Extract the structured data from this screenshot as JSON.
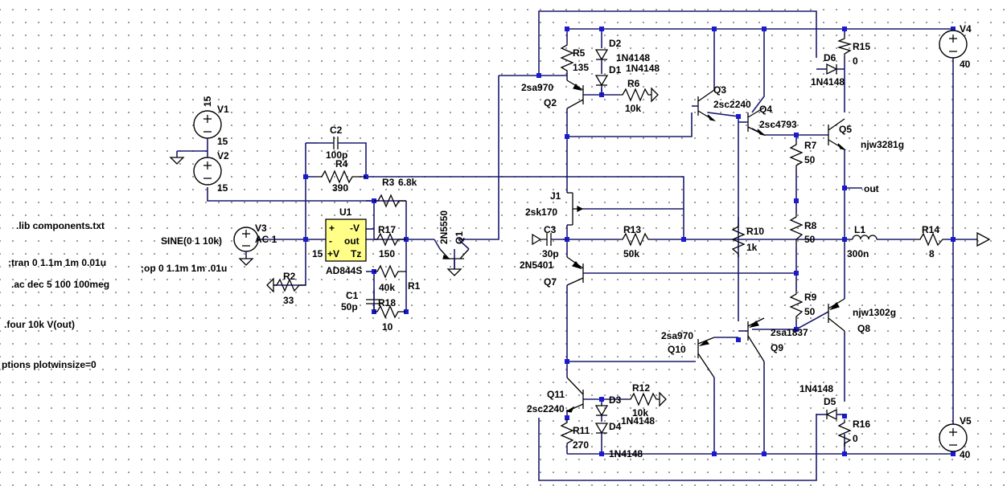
{
  "directives": [
    ".lib components.txt",
    ";tran 0 1.1m 1m 0.01u",
    ";op 0 1.1m 1m .01u",
    ".ac dec 5 100 100meg",
    ".four 10k V(out)",
    "ptions plotwinsize=0"
  ],
  "sources": {
    "v1": {
      "name": "V1",
      "value": "15",
      "top_value": "15"
    },
    "v2": {
      "name": "V2",
      "value": "15"
    },
    "v3": {
      "name": "V3",
      "ac": "AC 1",
      "sine": "SINE(0 1 10k)"
    },
    "v4": {
      "name": "V4",
      "value": "40"
    },
    "v5": {
      "name": "V5",
      "value": "40"
    }
  },
  "opamp": {
    "name": "U1",
    "model": "AD844S",
    "pin_plus": "+",
    "pin_minus": "-",
    "pin_negv": "-V",
    "pin_out": "out",
    "pin_posv": "+V",
    "pin_tz": "Tz",
    "supply": "15"
  },
  "resistors": {
    "r1": {
      "name": "R1",
      "value": "40k"
    },
    "r2": {
      "name": "R2",
      "value": "33"
    },
    "r3": {
      "name": "R3",
      "value": "6.8k"
    },
    "r4": {
      "name": "R4",
      "value": "390"
    },
    "r5": {
      "name": "R5",
      "value": "135"
    },
    "r6": {
      "name": "R6",
      "value": "10k"
    },
    "r7": {
      "name": "R7",
      "value": "50"
    },
    "r8": {
      "name": "R8",
      "value": "50"
    },
    "r9": {
      "name": "R9",
      "value": "50"
    },
    "r10": {
      "name": "R10",
      "value": "1k"
    },
    "r11": {
      "name": "R11",
      "value": "270"
    },
    "r12": {
      "name": "R12",
      "value": "10k"
    },
    "r13": {
      "name": "R13",
      "value": "50k"
    },
    "r14": {
      "name": "R14",
      "value": "8"
    },
    "r15": {
      "name": "R15",
      "value": "0"
    },
    "r16": {
      "name": "R16",
      "value": "0"
    },
    "r17": {
      "name": "R17",
      "value": "150"
    },
    "r18": {
      "name": "R18",
      "value": "10"
    }
  },
  "capacitors": {
    "c1": {
      "name": "C1",
      "value": "50p"
    },
    "c2": {
      "name": "C2",
      "value": "100p"
    },
    "c3": {
      "name": "C3",
      "value": "30p"
    }
  },
  "inductor": {
    "name": "L1",
    "value": "300n"
  },
  "diodes": {
    "d1": {
      "name": "D1",
      "model": "1N4148"
    },
    "d2": {
      "name": "D2",
      "model": "1N4148"
    },
    "d3": {
      "name": "D3",
      "model": "1N4148"
    },
    "d4": {
      "name": "D4",
      "model": "1N4148"
    },
    "d5": {
      "name": "D5",
      "model": "1N4148"
    },
    "d6": {
      "name": "D6",
      "model": "1N4148"
    }
  },
  "transistors": {
    "q1": {
      "name": "Q1",
      "model": "2N5550"
    },
    "q2": {
      "name": "Q2",
      "model": "2sa970"
    },
    "q3": {
      "name": "Q3",
      "model": "2sc2240"
    },
    "q4": {
      "name": "Q4",
      "model": "2sc4793"
    },
    "q5": {
      "name": "Q5",
      "model": "njw3281g"
    },
    "q7": {
      "name": "Q7",
      "model": "2N5401"
    },
    "q8": {
      "name": "Q8",
      "model": "njw1302g"
    },
    "q9": {
      "name": "Q9",
      "model": "2sa1837"
    },
    "q10": {
      "name": "Q10",
      "model": "2sa970"
    },
    "q11": {
      "name": "Q11",
      "model": "2sc2240"
    },
    "j1": {
      "name": "J1",
      "model": "2sk170"
    }
  },
  "net_labels": {
    "out": "out"
  }
}
